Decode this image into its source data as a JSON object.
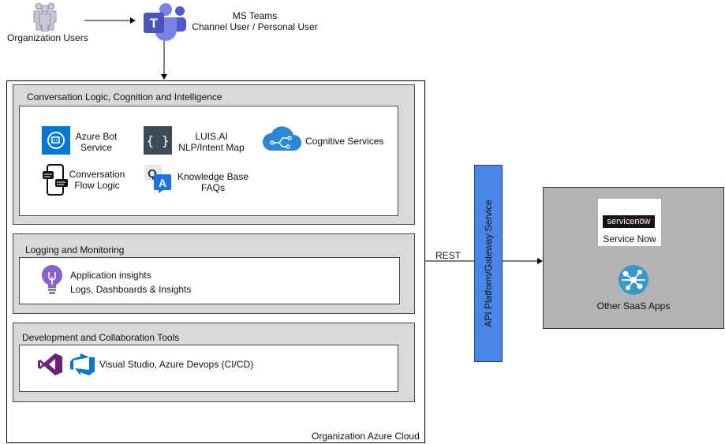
{
  "top": {
    "users_label": "Organization Users",
    "teams_title": "MS Teams",
    "teams_subtitle": "Channel User / Personal User"
  },
  "cloud": {
    "label": "Organization Azure Cloud",
    "sections": {
      "conversation": {
        "title": "Conversation Logic, Cognition and Intelligence",
        "items": {
          "azure_bot": {
            "line1": "Azure Bot",
            "line2": "Service"
          },
          "luis": {
            "line1": "LUIS.AI",
            "line2": "NLP/Intent Map"
          },
          "cognitive": {
            "line1": "Cognitive Services"
          },
          "flow": {
            "line1": "Conversation",
            "line2": "Flow Logic"
          },
          "kb": {
            "line1": "Knowledge Base",
            "line2": "FAQs"
          }
        }
      },
      "logging": {
        "title": "Logging and Monitoring",
        "item": {
          "line1": "Application insights",
          "line2": "Logs, Dashboards & Insights"
        }
      },
      "devtools": {
        "title": "Development and Collaboration Tools",
        "item": {
          "line1": "Visual Studio, Azure Devops (CI/CD)"
        }
      }
    }
  },
  "rest_label": "REST",
  "gateway_label": "API Platform/Gateway Service",
  "saas": {
    "servicenow_logo_text": "servicenow",
    "servicenow_label": "Service Now",
    "other_label": "Other SaaS Apps"
  },
  "colors": {
    "section_fill": "#d9d9d9",
    "saas_fill": "#b3b3b3",
    "gateway_fill": "#4a86e8",
    "teams_purple": "#5059c9",
    "azure_blue": "#0078d4"
  }
}
